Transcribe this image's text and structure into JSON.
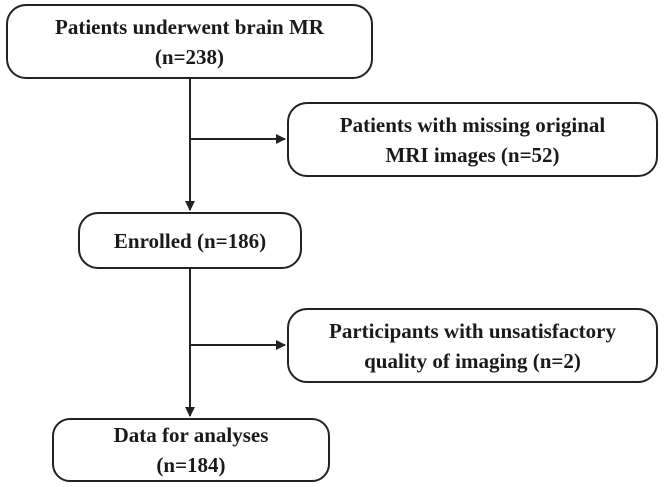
{
  "flowchart": {
    "start": {
      "line1": "Patients underwent brain MR",
      "line2": "(n=238)"
    },
    "excluded_missing": {
      "line1": "Patients with missing original",
      "line2": "MRI images (n=52)"
    },
    "enrolled": {
      "line1": "Enrolled (n=186)"
    },
    "excluded_quality": {
      "line1": "Participants with unsatisfactory",
      "line2": "quality of imaging (n=2)"
    },
    "final": {
      "line1": "Data for analyses",
      "line2": "(n=184)"
    }
  },
  "colors": {
    "line": "#222222",
    "box_border": "#222222",
    "text": "#1a1a1a",
    "background": "#ffffff"
  }
}
